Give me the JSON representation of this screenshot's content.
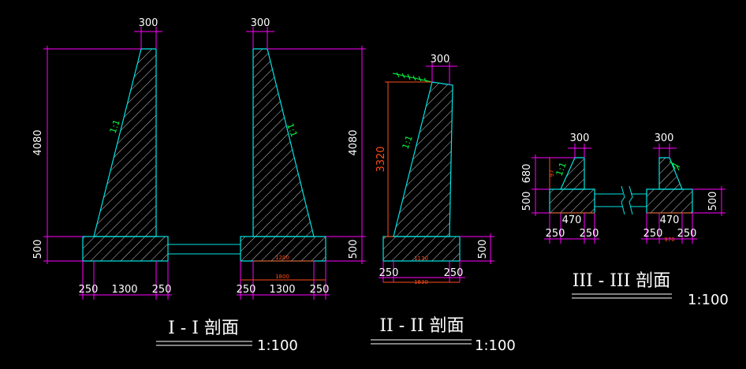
{
  "colors": {
    "background": "#000000",
    "outline": "#00e5e5",
    "dimension": "#ff00ff",
    "dim_red": "#ff4d1a",
    "hatch": "#ffffff",
    "grade": "#00ff40",
    "text": "#ffffff"
  },
  "section1": {
    "title": "I - I 剖面",
    "scale": "1:100",
    "top_width": "300",
    "height": "4080",
    "base_height": "500",
    "dims": [
      "250",
      "1300",
      "250"
    ],
    "inner_small": "1800",
    "inner_base": "1200",
    "grade_left": "1:1",
    "grade_right": "1:1"
  },
  "section2": {
    "title": "II - II 剖面",
    "scale": "1:100",
    "top_width": "300",
    "height": "3320",
    "base_height": "500",
    "dims": [
      "250",
      "250"
    ],
    "inner_small": "1630",
    "inner_base": "1130",
    "grade": "1:1"
  },
  "section3": {
    "title": "III - III 剖面",
    "scale": "1:100",
    "top_width_left": "300",
    "top_width_right": "300",
    "stem_height": "680",
    "base_height": "500",
    "base_inner_left": "470",
    "base_inner_right": "470",
    "dims_left": [
      "250",
      "250"
    ],
    "dims_right": [
      "250",
      "250"
    ],
    "inner_small_left": "97",
    "inner_small_right": "970",
    "base_height_right": "500",
    "grade": "1:1"
  }
}
